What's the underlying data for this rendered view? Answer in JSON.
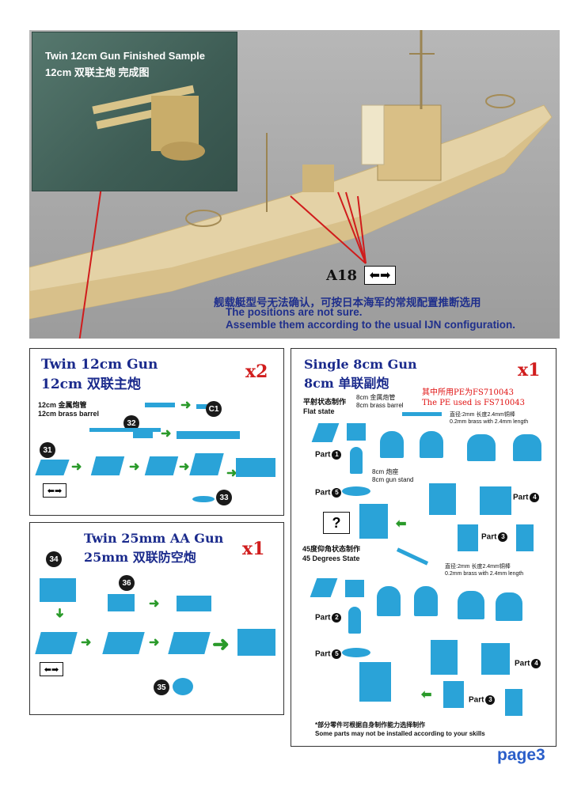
{
  "photo": {
    "inset_title_en": "Twin 12cm Gun Finished Sample",
    "inset_title_cn": "12cm 双联主炮 完成图",
    "ref_code": "A18",
    "note_cn": "舰载艇型号无法确认，可按日本海军的常规配置推断选用",
    "note_en1": "The positions are not sure.",
    "note_en2": "Assemble them according to the usual IJN configuration."
  },
  "panel_12cm": {
    "title_en": "Twin 12cm Gun",
    "title_cn": "12cm 双联主炮",
    "multiplier": "x2",
    "barrel_cn": "12cm 金属炮管",
    "barrel_en": "12cm brass barrel",
    "parts": [
      "32",
      "C1",
      "31",
      "33"
    ]
  },
  "panel_25mm": {
    "title_en": "Twin 25mm AA Gun",
    "title_cn": "25mm 双联防空炮",
    "multiplier": "x1",
    "parts": [
      "34",
      "36",
      "35"
    ]
  },
  "panel_8cm": {
    "title_en": "Single 8cm Gun",
    "title_cn": "8cm 单联副炮",
    "multiplier": "x1",
    "pe_note_cn": "其中所用PE为FS710043",
    "pe_note_en": "The PE used is FS710043",
    "flat_cn": "平射状态制作",
    "flat_en": "Flat state",
    "barrel_cn": "8cm 金属炮管",
    "barrel_en": "8cm brass barrel",
    "stand_cn": "8cm 炮座",
    "stand_en": "8cm gun stand",
    "dim_cn": "直径:2mm 长度2.4mm铜棒",
    "dim_en": "0.2mm brass with 2.4mm length",
    "dim_cn2": "直径:2mm 长度2.4mm铜棒",
    "dim_en2": "0.2mm brass with 2.4mm length",
    "deg_cn": "45度仰角状态制作",
    "deg_en": "45 Degrees State",
    "question": "?",
    "part_label": "Part",
    "footer_cn": "*部分零件可根据自身制作能力选择制作",
    "footer_en": "Some parts may not be installed according to your skills"
  },
  "page_label": "page3",
  "colors": {
    "title_blue": "#1a2a8c",
    "multiplier_red": "#d11d1d",
    "part_blue": "#2aa3d8",
    "arrow_green": "#2a9a2a",
    "page_blue": "#2a5ec9"
  }
}
